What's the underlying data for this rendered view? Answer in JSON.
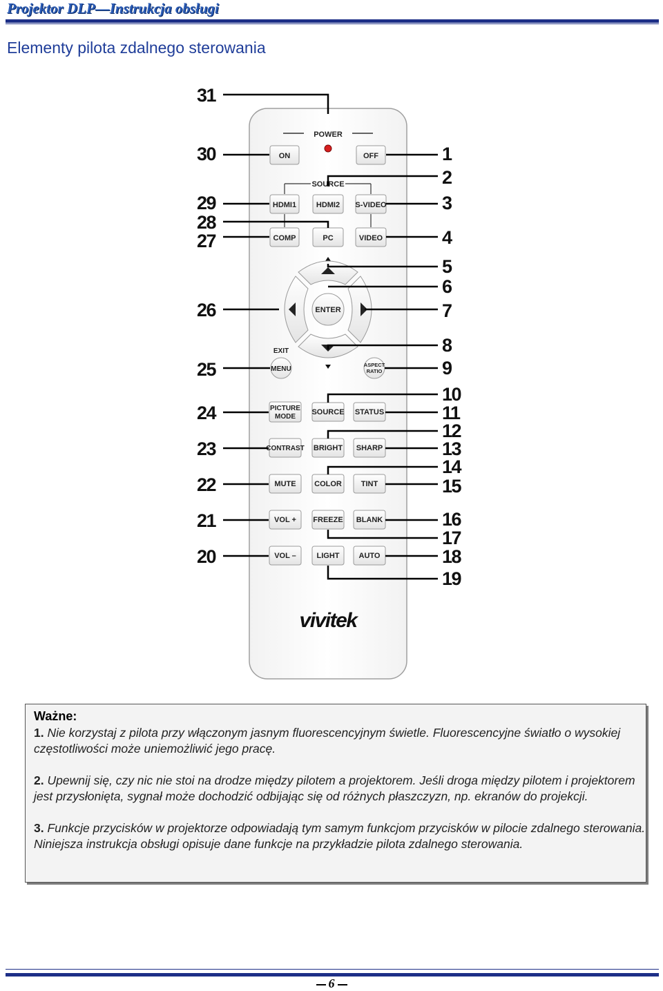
{
  "header": {
    "running_title": "Projektor DLP—Instrukcja obsługi",
    "brand_color": "#2a5bb5",
    "rule_color": "#1d2f87"
  },
  "section_title": "Elementy pilota zdalnego sterowania",
  "remote": {
    "brand_logo": "vivitek",
    "power_label": "POWER",
    "source_group_label": "SOURCE",
    "exit_label": "EXIT",
    "power_led_color": "#d81f1f",
    "buttons": {
      "on": "ON",
      "off": "OFF",
      "hdmi1": "HDMI1",
      "hdmi2": "HDMI2",
      "svideo": "S-VIDEO",
      "comp": "COMP",
      "pc": "PC",
      "video": "VIDEO",
      "enter": "ENTER",
      "menu": "MENU",
      "aspect_ratio_1": "ASPECT",
      "aspect_ratio_2": "RATIO",
      "picture_mode_1": "PICTURE",
      "picture_mode_2": "MODE",
      "source": "SOURCE",
      "status": "STATUS",
      "contrast": "CONTRAST",
      "bright": "BRIGHT",
      "sharp": "SHARP",
      "mute": "MUTE",
      "color": "COLOR",
      "tint": "TINT",
      "vol_plus": "VOL +",
      "freeze": "FREEZE",
      "blank": "BLANK",
      "vol_minus": "VOL –",
      "light": "LIGHT",
      "auto": "AUTO"
    },
    "callouts_right": [
      "1",
      "2",
      "3",
      "4",
      "5",
      "6",
      "7",
      "8",
      "9",
      "10",
      "11",
      "12",
      "13",
      "14",
      "15",
      "16",
      "17",
      "18",
      "19"
    ],
    "callouts_left": [
      "31",
      "30",
      "29",
      "28",
      "27",
      "26",
      "25",
      "24",
      "23",
      "22",
      "21",
      "20"
    ]
  },
  "note": {
    "title": "Ważne:",
    "items": [
      {
        "num": "1.",
        "text": "Nie korzystaj z pilota przy włączonym jasnym fluorescencyjnym świetle. Fluorescencyjne światło o wysokiej częstotliwości może uniemożliwić jego pracę."
      },
      {
        "num": "2.",
        "text": "Upewnij się, czy nic nie stoi na drodze między pilotem a projektorem. Jeśli droga między pilotem i projektorem jest przysłonięta, sygnał może dochodzić odbijając się od różnych płaszczyzn, np. ekranów do projekcji."
      },
      {
        "num": "3.",
        "text": "Funkcje przycisków w projektorze odpowiadają tym samym funkcjom przycisków w pilocie zdalnego sterowania. Niniejsza instrukcja obsługi opisuje dane funkcje na przykładzie pilota zdalnego sterowania."
      }
    ]
  },
  "footer": {
    "page_number": "6"
  }
}
